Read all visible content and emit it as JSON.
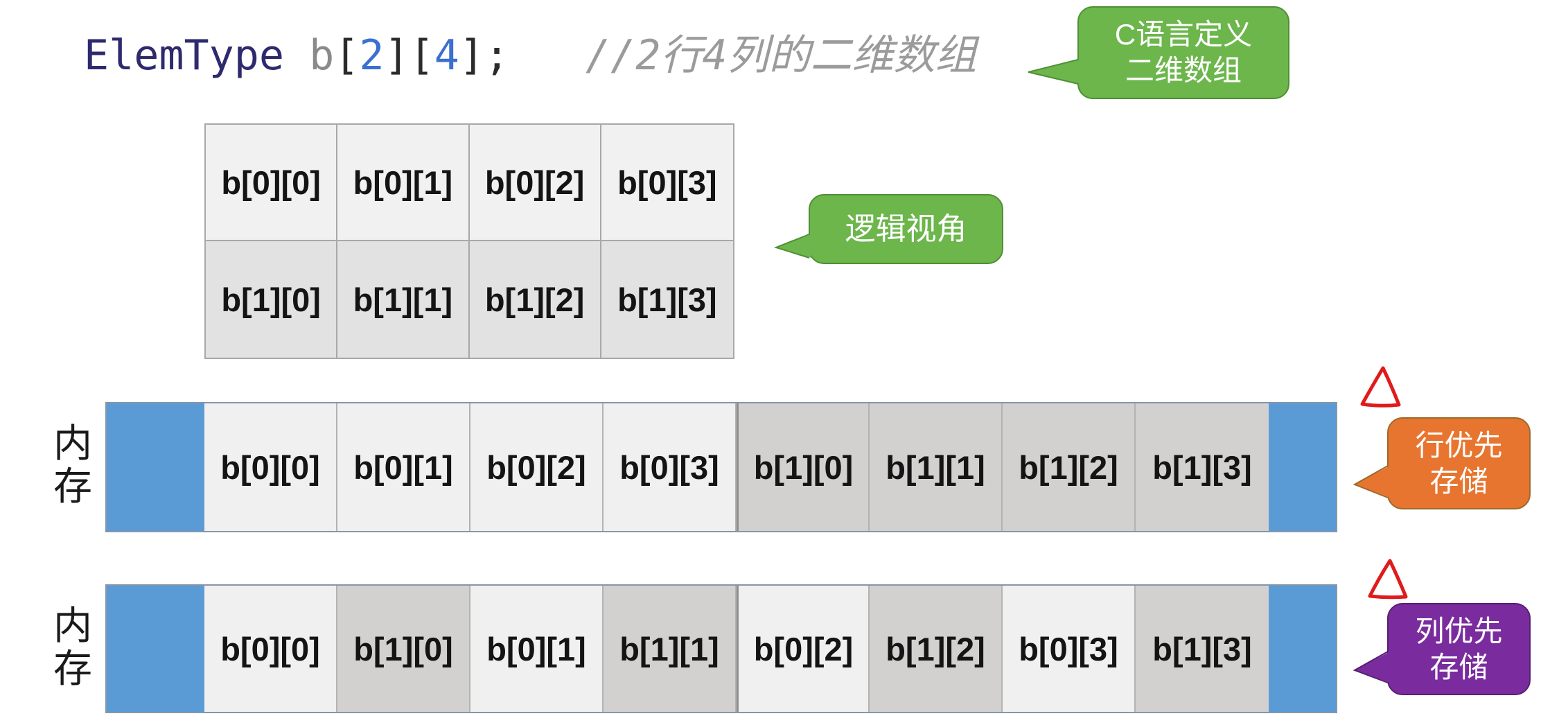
{
  "code": {
    "tokens": [
      {
        "text": "ElemType",
        "kind": "type"
      },
      {
        "text": " b",
        "kind": "identifier"
      },
      {
        "text": "[",
        "kind": "punct"
      },
      {
        "text": "2",
        "kind": "number"
      },
      {
        "text": "][",
        "kind": "punct"
      },
      {
        "text": "4",
        "kind": "number"
      },
      {
        "text": "];",
        "kind": "punct"
      }
    ],
    "comment": "//2行4列的二维数组"
  },
  "callouts": {
    "c_definition": {
      "lines": [
        "C语言定义",
        "二维数组"
      ],
      "color": "#6cb64c"
    },
    "logical_view": {
      "lines": [
        "逻辑视角"
      ],
      "color": "#6cb64c"
    },
    "row_major": {
      "lines": [
        "行优先",
        "存储"
      ],
      "color": "#e8752f"
    },
    "col_major": {
      "lines": [
        "列优先",
        "存储"
      ],
      "color": "#7a2c9e"
    }
  },
  "logical_grid": {
    "rows": [
      [
        "b[0][0]",
        "b[0][1]",
        "b[0][2]",
        "b[0][3]"
      ],
      [
        "b[1][0]",
        "b[1][1]",
        "b[1][2]",
        "b[1][3]"
      ]
    ]
  },
  "memory": {
    "label": "内存",
    "end_block_color": "#5b9bd5",
    "row_major": {
      "cells": [
        "b[0][0]",
        "b[0][1]",
        "b[0][2]",
        "b[0][3]",
        "b[1][0]",
        "b[1][1]",
        "b[1][2]",
        "b[1][3]"
      ]
    },
    "col_major": {
      "cells": [
        "b[0][0]",
        "b[1][0]",
        "b[0][1]",
        "b[1][1]",
        "b[0][2]",
        "b[1][2]",
        "b[0][3]",
        "b[1][3]"
      ]
    }
  },
  "annotations": {
    "mark_color": "#e01b1b",
    "marks": [
      "red-triangle-row-major",
      "red-triangle-col-major"
    ]
  }
}
